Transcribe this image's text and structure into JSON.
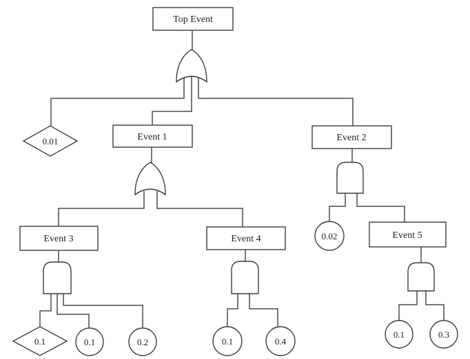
{
  "colors": {
    "background": "#ffffff",
    "line": "#4a4a4a",
    "shape_stroke": "#3c3c3c",
    "shape_fill": "#ffffff",
    "text": "#1c1c1c"
  },
  "nodes": {
    "top_event": {
      "label": "Top Event",
      "shape": "rectangle"
    },
    "undeveloped_top": {
      "label": "0.01",
      "shape": "diamond"
    },
    "event1": {
      "label": "Event 1",
      "shape": "rectangle"
    },
    "event2": {
      "label": "Event 2",
      "shape": "rectangle"
    },
    "event3": {
      "label": "Event 3",
      "shape": "rectangle"
    },
    "event4": {
      "label": "Event 4",
      "shape": "rectangle"
    },
    "event5": {
      "label": "Event 5",
      "shape": "rectangle"
    },
    "basic_under_event2": {
      "label": "0.02",
      "shape": "circle"
    },
    "undeveloped_under_event3": {
      "label": "0.1",
      "shape": "diamond"
    },
    "basic1_under_event3": {
      "label": "0.1",
      "shape": "circle"
    },
    "basic2_under_event3": {
      "label": "0.2",
      "shape": "circle"
    },
    "basic1_under_event4": {
      "label": "0.1",
      "shape": "circle"
    },
    "basic2_under_event4": {
      "label": "0.4",
      "shape": "circle"
    },
    "basic1_under_event5": {
      "label": "0.1",
      "shape": "circle"
    },
    "basic2_under_event5": {
      "label": "0.3",
      "shape": "circle"
    }
  },
  "gates": {
    "top_gate": {
      "type": "OR",
      "parent": "top_event"
    },
    "event1_gate": {
      "type": "OR",
      "parent": "event1"
    },
    "event2_gate": {
      "type": "AND",
      "parent": "event2"
    },
    "event3_gate": {
      "type": "AND",
      "parent": "event3"
    },
    "event4_gate": {
      "type": "AND",
      "parent": "event4"
    },
    "event5_gate": {
      "type": "AND",
      "parent": "event5"
    }
  }
}
